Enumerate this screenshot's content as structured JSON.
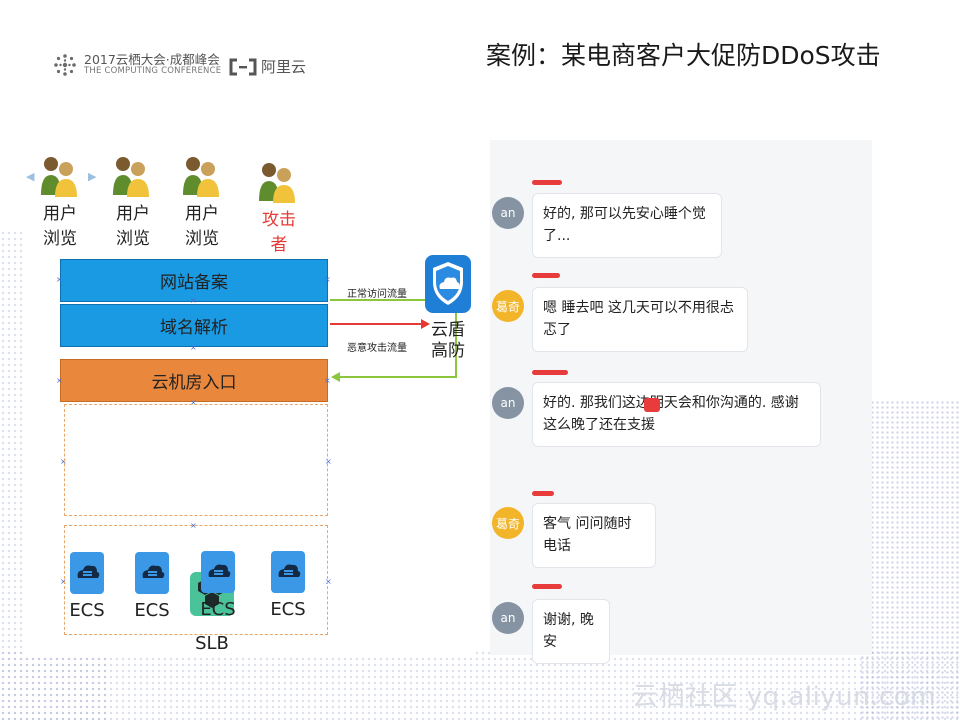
{
  "header": {
    "conference_line1": "2017云栖大会·成都峰会",
    "conference_line2": "THE COMPUTING CONFERENCE",
    "aliyun_logo_text": "阿里云",
    "slide_title": "案例：某电商客户大促防DDoS攻击"
  },
  "diagram": {
    "users": [
      {
        "label": "用户\n浏览",
        "type": "user"
      },
      {
        "label": "用户\n浏览",
        "type": "user"
      },
      {
        "label": "用户\n浏览",
        "type": "user"
      },
      {
        "label": "攻击\n者",
        "type": "attacker"
      }
    ],
    "layers": {
      "website_filing": "网站备案",
      "dns_resolution": "域名解析",
      "idc_entrance": "云机房入口"
    },
    "flows": {
      "normal": "正常访问流量",
      "malicious": "恶意攻击流量"
    },
    "shield_label": "云盾\n高防",
    "slb_label": "SLB",
    "ecs_labels": [
      "ECS",
      "ECS",
      "ECS",
      "ECS"
    ],
    "colors": {
      "bar_blue": "#1a9ae2",
      "bar_orange": "#e9883d",
      "normal_arrow": "#8cc63f",
      "attack_arrow": "#e53935",
      "attacker_text": "#e53935"
    }
  },
  "chat": {
    "messages": [
      {
        "avatar": "an",
        "text": "好的, 那可以先安心睡个觉了..."
      },
      {
        "avatar": "葛奇",
        "text": "嗯 睡去吧 这几天可以不用很忐忑了"
      },
      {
        "avatar": "an",
        "text": "好的. 那我们这边明天会和你沟通的. 感谢这么晚了还在支援"
      },
      {
        "avatar": "葛奇",
        "text": "客气 问问随时电话"
      },
      {
        "avatar": "an",
        "text": "谢谢, 晚安"
      }
    ],
    "colors": {
      "avatar_an": "#8593a3",
      "avatar_ge": "#f2b52a",
      "redaction": "#e83b3b"
    }
  },
  "watermark": "云栖社区 yq.aliyun.com"
}
